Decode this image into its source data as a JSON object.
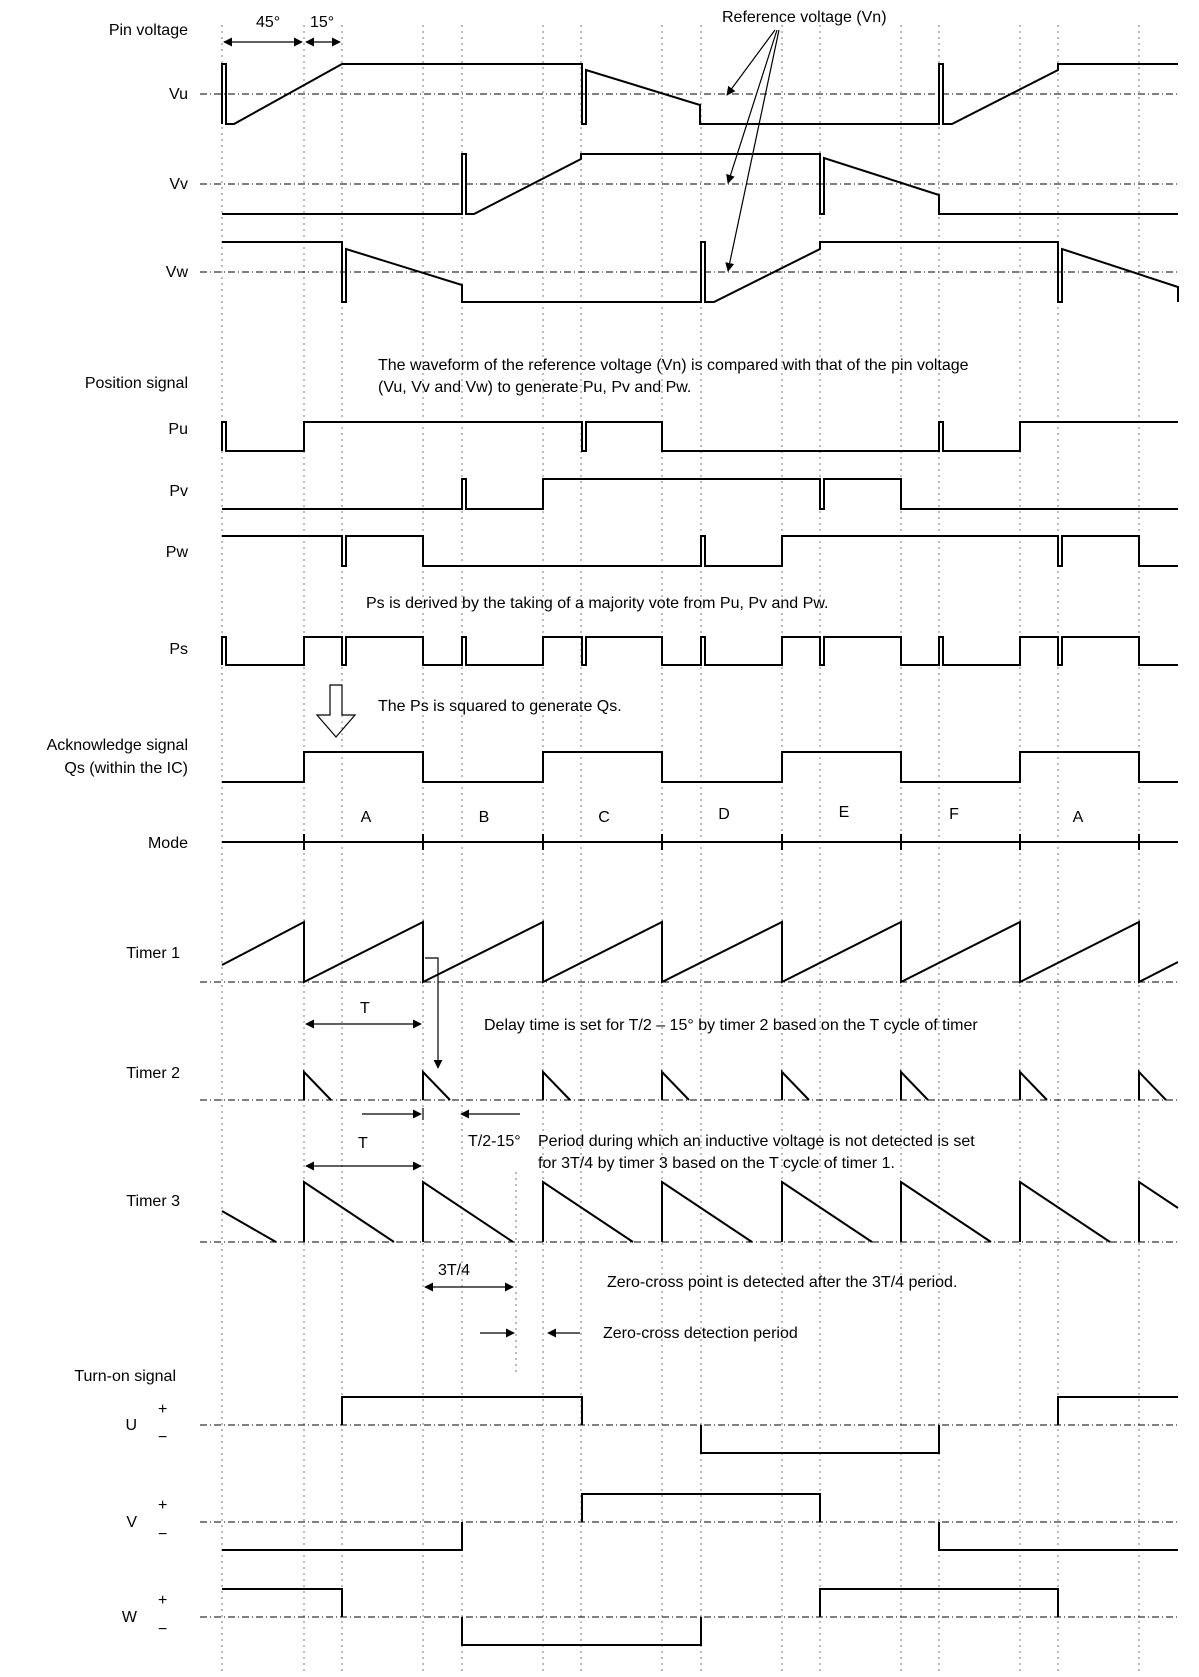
{
  "labels": {
    "pin_voltage": "Pin voltage",
    "vu": "Vu",
    "vv": "Vv",
    "vw": "Vw",
    "position_signal": "Position signal",
    "pu": "Pu",
    "pv": "Pv",
    "pw": "Pw",
    "ps": "Ps",
    "ack_line1": "Acknowledge signal",
    "ack_line2": "Qs (within the IC)",
    "mode": "Mode",
    "timer1": "Timer 1",
    "timer2": "Timer 2",
    "timer3": "Timer 3",
    "turn_on_signal": "Turn-on signal",
    "u": "U",
    "v": "V",
    "w": "W",
    "plus": "+",
    "minus": "−"
  },
  "annotations": {
    "angle_45": "45°",
    "angle_15": "15°",
    "reference_voltage": "Reference voltage (Vn)",
    "compare_line1": "The waveform of the reference voltage (Vn) is compared with that of the pin voltage",
    "compare_line2": "(Vu, Vv and Vw) to generate Pu, Pv and Pw.",
    "majority_vote": "Ps is derived by the taking of a majority vote from Pu, Pv and Pw.",
    "squared": "The Ps is squared to generate Qs.",
    "t_timer1": "T",
    "delay_text": "Delay time is set for T/2 – 15° by timer 2 based on the T cycle of timer",
    "t_half": "T/2-15°",
    "t_timer3": "T",
    "period_line1": "Period during which an inductive voltage is not detected is set",
    "period_line2": "for 3T/4 by timer 3 based on the T cycle of timer 1.",
    "three_quarter": "3T/4",
    "zero_cross_after": "Zero-cross point is detected after the 3T/4 period.",
    "zero_cross_period": "Zero-cross detection period"
  },
  "modes": [
    "A",
    "B",
    "C",
    "D",
    "E",
    "F",
    "A"
  ]
}
